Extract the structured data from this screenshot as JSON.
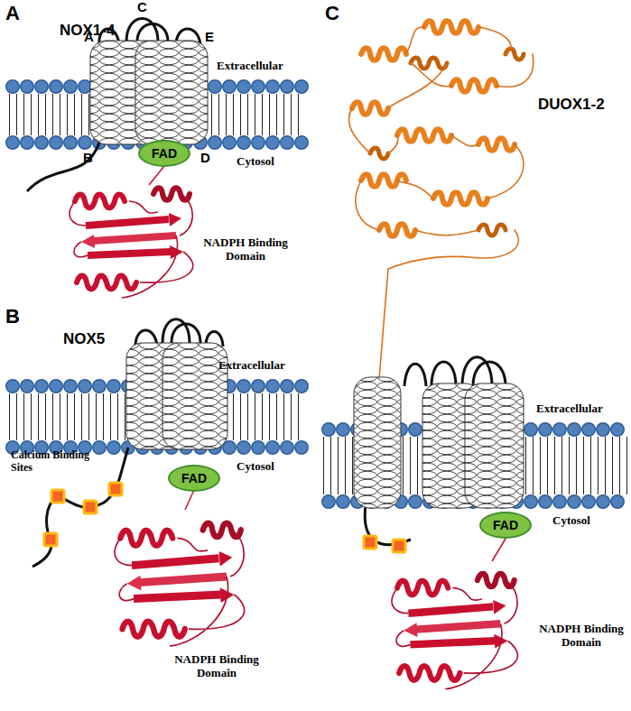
{
  "diagram": {
    "nodes": [
      {
        "text": [
          "FAD"
        ]
      },
      {
        "text": [
          "FAD"
        ]
      },
      {
        "text": [
          "FAD"
        ]
      }
    ],
    "labels": [
      "A",
      "NOX1-4",
      "A",
      "C",
      "E",
      "Extracellular",
      "B",
      "D",
      "Cytosol",
      "NADPH Binding Domain",
      "B",
      "NOX5",
      "Extracellular",
      "Calcium Binding Sites",
      "Cytosol",
      "NADPH Binding Domain",
      "C",
      "DUOX1-2",
      "Extracellular",
      "Cytosol",
      "NADPH Binding Domain"
    ]
  }
}
